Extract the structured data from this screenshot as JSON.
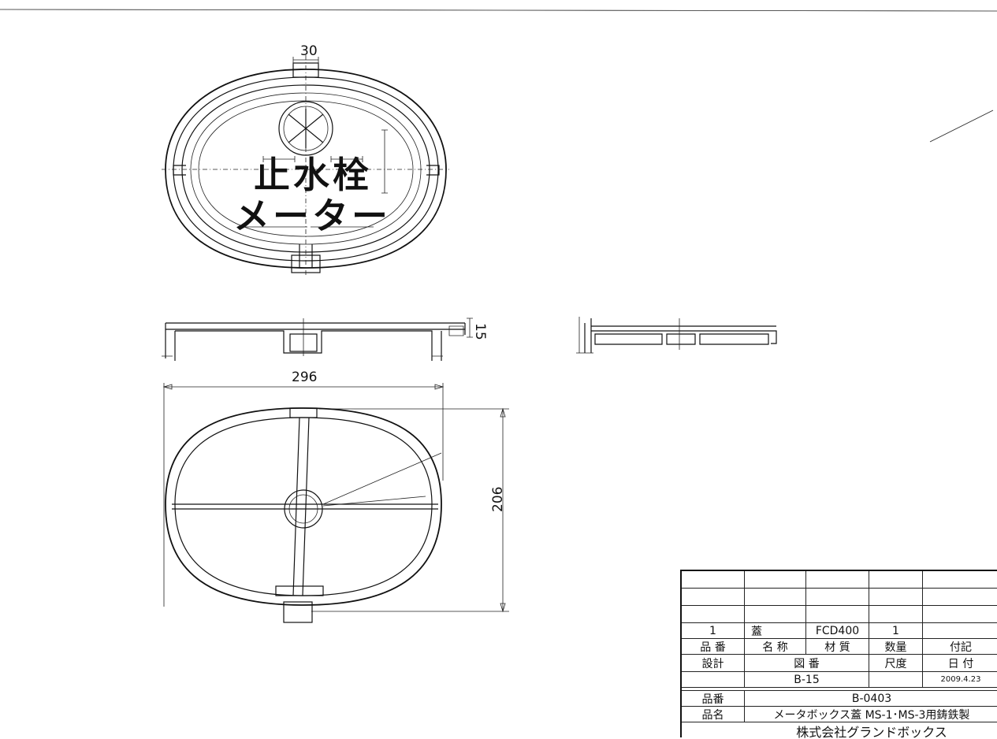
{
  "drawing": {
    "dimensions": {
      "top_width": "30",
      "side_height": "15",
      "overall_width": "296",
      "overall_height": "206"
    },
    "lid_characters": {
      "row1": [
        "止",
        "水",
        "栓"
      ],
      "row2": [
        "メ",
        "ー",
        "タ",
        "ー"
      ]
    }
  },
  "title_block": {
    "parts_row": {
      "item_no": "1",
      "name": "蓋",
      "material": "FCD400",
      "quantity": "1",
      "note": ""
    },
    "headers": {
      "item_no": "品 番",
      "name": "名 称",
      "material": "材 質",
      "quantity": "数量",
      "note": "付記"
    },
    "design_row": {
      "design": "設計",
      "drawing_no_label": "図 番",
      "scale": "尺度",
      "date": "日 付"
    },
    "values_row": {
      "drawing_no": "B-15",
      "date": "2009.4.23"
    },
    "product_no": {
      "label": "品番",
      "value": "B-0403"
    },
    "product_name": {
      "label": "品名",
      "value": "メータボックス蓋 MS-1･MS-3用鋳鉄製"
    },
    "company": "株式会社グランドボックス"
  }
}
